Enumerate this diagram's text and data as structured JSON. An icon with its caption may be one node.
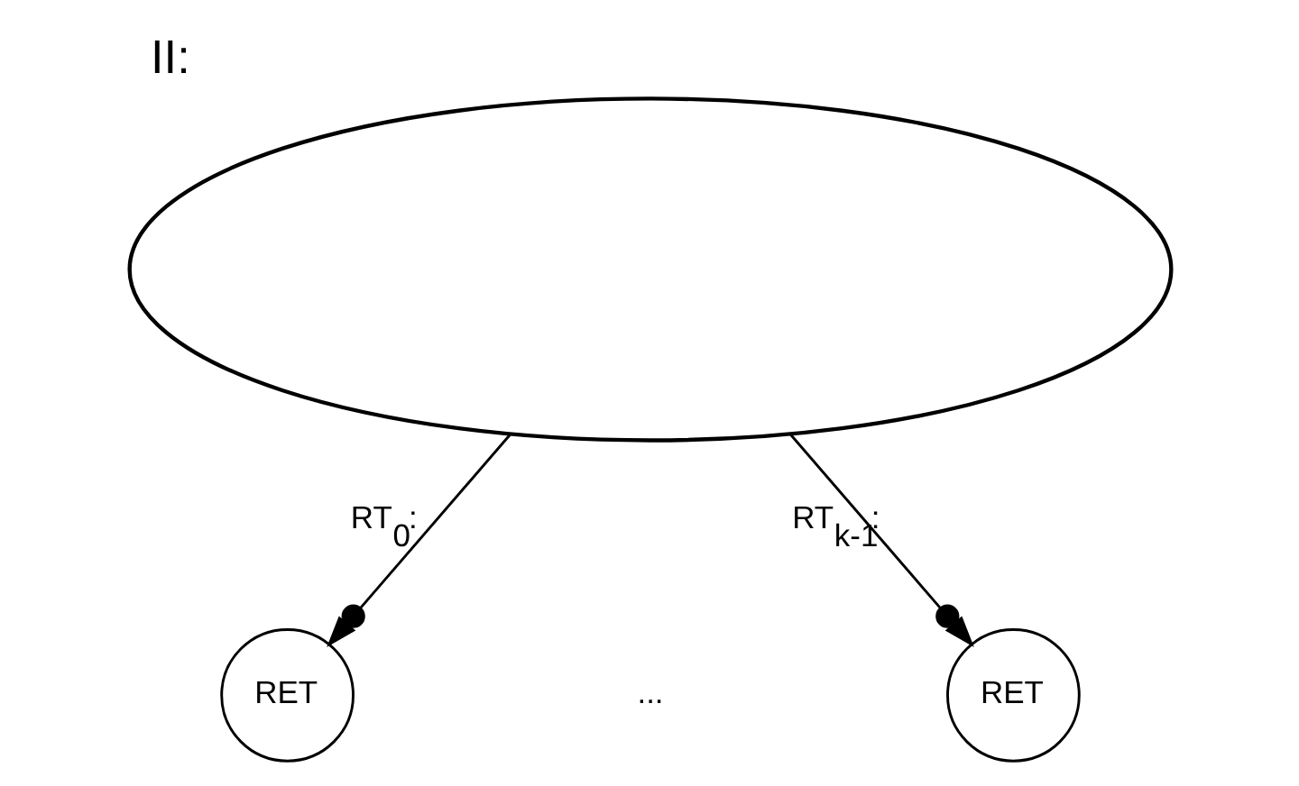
{
  "diagram": {
    "title": "II:",
    "nodes": [
      {
        "text": [],
        "shape": "cloud"
      },
      {
        "text": [
          "RET"
        ]
      },
      {
        "text": [
          "RET"
        ]
      }
    ],
    "edges": [
      {
        "from": 0,
        "to": 1,
        "arrow": "to",
        "label": "RT$_{0}$:"
      },
      {
        "from": 0,
        "to": 2,
        "arrow": "to",
        "label": "RT$_{k-1}$:"
      }
    ],
    "labels": [
      "..."
    ]
  }
}
